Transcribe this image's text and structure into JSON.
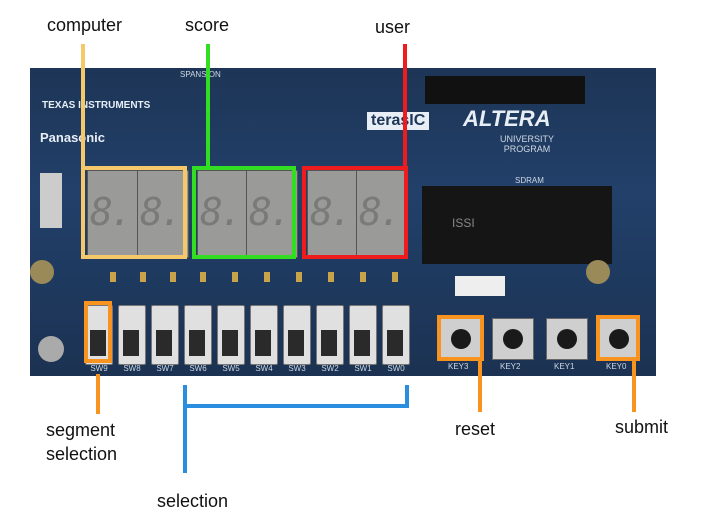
{
  "annotations": {
    "computer": "computer",
    "score": "score",
    "user": "user",
    "segment_selection": "segment selection",
    "selection": "selection",
    "reset": "reset",
    "submit": "submit"
  },
  "board": {
    "logo_ti": "TEXAS INSTRUMENTS",
    "logo_panasonic": "Panasonic",
    "logo_spansion": "SPANSION",
    "logo_terasic": "terasIC",
    "logo_altera": "ALTERA",
    "logo_altera_sub": "UNIVERSITY PROGRAM",
    "sdram": "SDRAM",
    "issi": "ISSI",
    "display_digits": [
      "8.",
      "8.",
      "8.",
      "8.",
      "8.",
      "8."
    ],
    "switch_labels": [
      "SW9",
      "SW8",
      "SW7",
      "SW6",
      "SW5",
      "SW4",
      "SW3",
      "SW2",
      "SW1",
      "SW0"
    ],
    "key_labels": [
      "KEY3",
      "KEY2",
      "KEY1",
      "KEY0"
    ]
  },
  "colors": {
    "computer": "#f5c96a",
    "score": "#33dd22",
    "user": "#ee1c1c",
    "orange": "#f7931e",
    "selection": "#2a8ee0"
  }
}
